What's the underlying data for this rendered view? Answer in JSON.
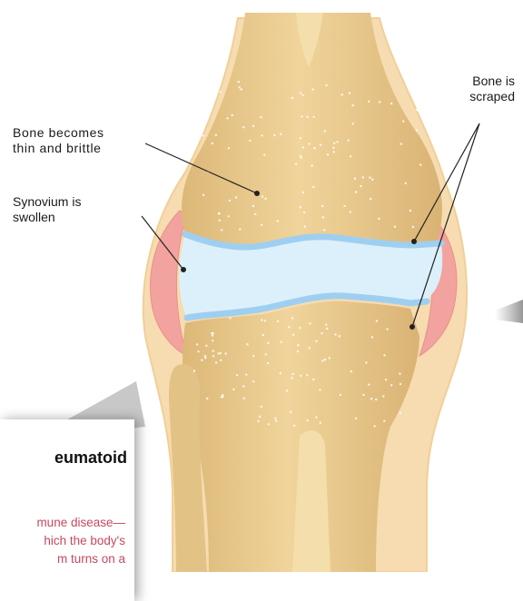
{
  "labels": {
    "thin_line1": "Bone becomes",
    "thin_line2": "thin and brittle",
    "synovium_line1": "Synovium is",
    "synovium_line2": "swollen",
    "scraped_line1": "Bone is",
    "scraped_line2": "scraped"
  },
  "card": {
    "heading": "eumatoid",
    "body_line1": "mune disease—",
    "body_line2": "hich the body's",
    "body_line3": "m turns on a"
  },
  "colors": {
    "bone": "#e8c98a",
    "bone_light": "#f4deac",
    "outline": "#f5d6a4",
    "synovium": "#f2a3a0",
    "joint_fluid": "#dcf0fb",
    "cartilage_edge": "#9fcff0",
    "card_text": "#c8485e"
  }
}
